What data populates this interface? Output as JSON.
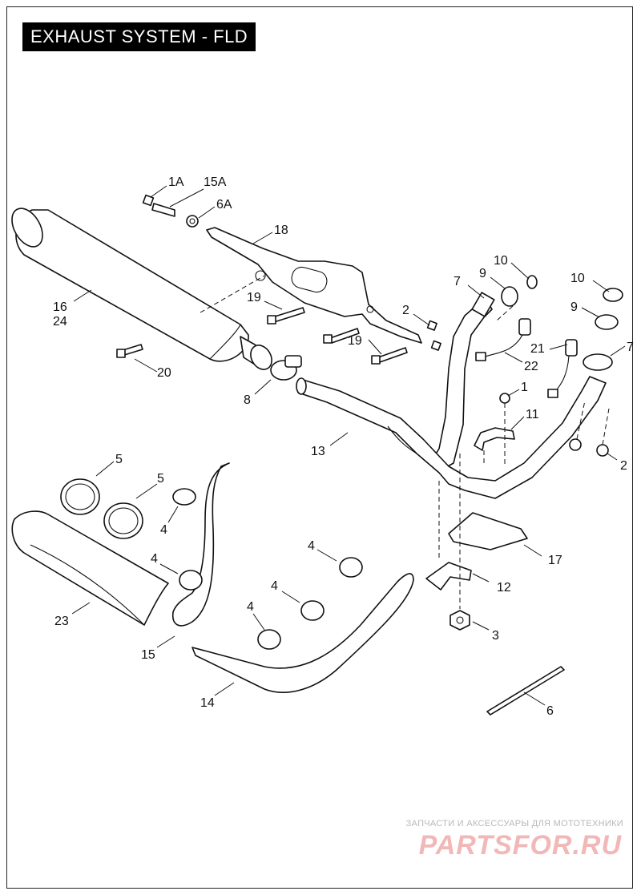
{
  "title": "EXHAUST SYSTEM - FLD",
  "callouts": [
    {
      "id": "1A"
    },
    {
      "id": "15A"
    },
    {
      "id": "6A"
    },
    {
      "id": "18"
    },
    {
      "id": "16"
    },
    {
      "id": "24"
    },
    {
      "id": "19"
    },
    {
      "id": "19"
    },
    {
      "id": "20"
    },
    {
      "id": "8"
    },
    {
      "id": "2"
    },
    {
      "id": "7"
    },
    {
      "id": "9"
    },
    {
      "id": "10"
    },
    {
      "id": "10"
    },
    {
      "id": "9"
    },
    {
      "id": "7"
    },
    {
      "id": "21"
    },
    {
      "id": "22"
    },
    {
      "id": "1"
    },
    {
      "id": "11"
    },
    {
      "id": "2"
    },
    {
      "id": "13"
    },
    {
      "id": "17"
    },
    {
      "id": "12"
    },
    {
      "id": "3"
    },
    {
      "id": "5"
    },
    {
      "id": "5"
    },
    {
      "id": "4"
    },
    {
      "id": "4"
    },
    {
      "id": "4"
    },
    {
      "id": "4"
    },
    {
      "id": "4"
    },
    {
      "id": "23"
    },
    {
      "id": "15"
    },
    {
      "id": "14"
    },
    {
      "id": "6"
    }
  ],
  "watermark": {
    "tagline": "ЗАПЧАСТИ И АКСЕССУАРЫ ДЛЯ МОТОТЕХНИКИ",
    "logo": "PARTSFOR.RU"
  }
}
